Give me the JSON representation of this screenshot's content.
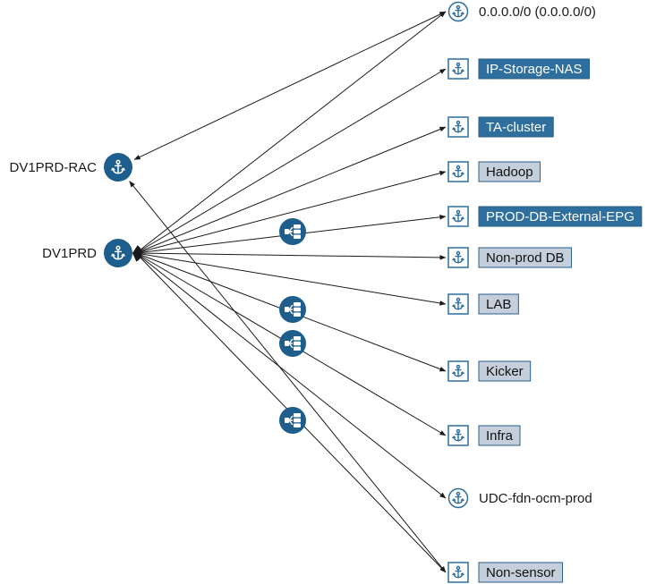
{
  "source_nodes": [
    {
      "id": "rac",
      "label": "DV1PRD-RAC"
    },
    {
      "id": "prd",
      "label": "DV1PRD"
    }
  ],
  "targets": [
    {
      "id": "t0",
      "label": "0.0.0.0/0 (0.0.0.0/0)",
      "style": "plain",
      "icon": "circle-anchor-icon"
    },
    {
      "id": "t1",
      "label": "IP-Storage-NAS",
      "style": "dark",
      "icon": "square-anchor-icon"
    },
    {
      "id": "t2",
      "label": "TA-cluster",
      "style": "dark",
      "icon": "square-anchor-icon"
    },
    {
      "id": "t3",
      "label": "Hadoop",
      "style": "light",
      "icon": "square-anchor-icon"
    },
    {
      "id": "t4",
      "label": "PROD-DB-External-EPG",
      "style": "dark",
      "icon": "square-anchor-icon"
    },
    {
      "id": "t5",
      "label": "Non-prod DB",
      "style": "light",
      "icon": "square-anchor-icon"
    },
    {
      "id": "t6",
      "label": "LAB",
      "style": "light",
      "icon": "square-anchor-icon"
    },
    {
      "id": "t7",
      "label": "Kicker",
      "style": "light",
      "icon": "square-anchor-icon"
    },
    {
      "id": "t8",
      "label": "Infra",
      "style": "light",
      "icon": "square-anchor-icon"
    },
    {
      "id": "t9",
      "label": "UDC-fdn-ocm-prod",
      "style": "plain",
      "icon": "circle-anchor-icon"
    },
    {
      "id": "t10",
      "label": "Non-sensor",
      "style": "light",
      "icon": "square-anchor-icon"
    }
  ],
  "edges": [
    {
      "from": "rac",
      "to": "t0",
      "bidirectional": true,
      "service_graph": false
    },
    {
      "from": "rac",
      "to": "t10",
      "bidirectional": true,
      "service_graph": false
    },
    {
      "from": "prd",
      "to": "t0",
      "bidirectional": false,
      "service_graph": false
    },
    {
      "from": "prd",
      "to": "t1",
      "bidirectional": false,
      "service_graph": false
    },
    {
      "from": "prd",
      "to": "t2",
      "bidirectional": false,
      "service_graph": false
    },
    {
      "from": "prd",
      "to": "t3",
      "bidirectional": false,
      "service_graph": false
    },
    {
      "from": "prd",
      "to": "t4",
      "bidirectional": false,
      "service_graph": true
    },
    {
      "from": "prd",
      "to": "t5",
      "bidirectional": false,
      "service_graph": false
    },
    {
      "from": "prd",
      "to": "t6",
      "bidirectional": false,
      "service_graph": false
    },
    {
      "from": "prd",
      "to": "t7",
      "bidirectional": false,
      "service_graph": true
    },
    {
      "from": "prd",
      "to": "t8",
      "bidirectional": false,
      "service_graph": true
    },
    {
      "from": "prd",
      "to": "t9",
      "bidirectional": false,
      "service_graph": true
    },
    {
      "from": "prd",
      "to": "t10",
      "bidirectional": false,
      "service_graph": false
    }
  ],
  "colors": {
    "node_fill": "#1d5e8c",
    "icon_stroke": "#2c6f9e",
    "dark_box_fill": "#2e6f9e",
    "dark_box_text": "#ffffff",
    "light_box_fill": "#c5cfdc",
    "light_box_text": "#111111",
    "box_border": "#2a5f88",
    "edge": "#1a1a1a"
  }
}
